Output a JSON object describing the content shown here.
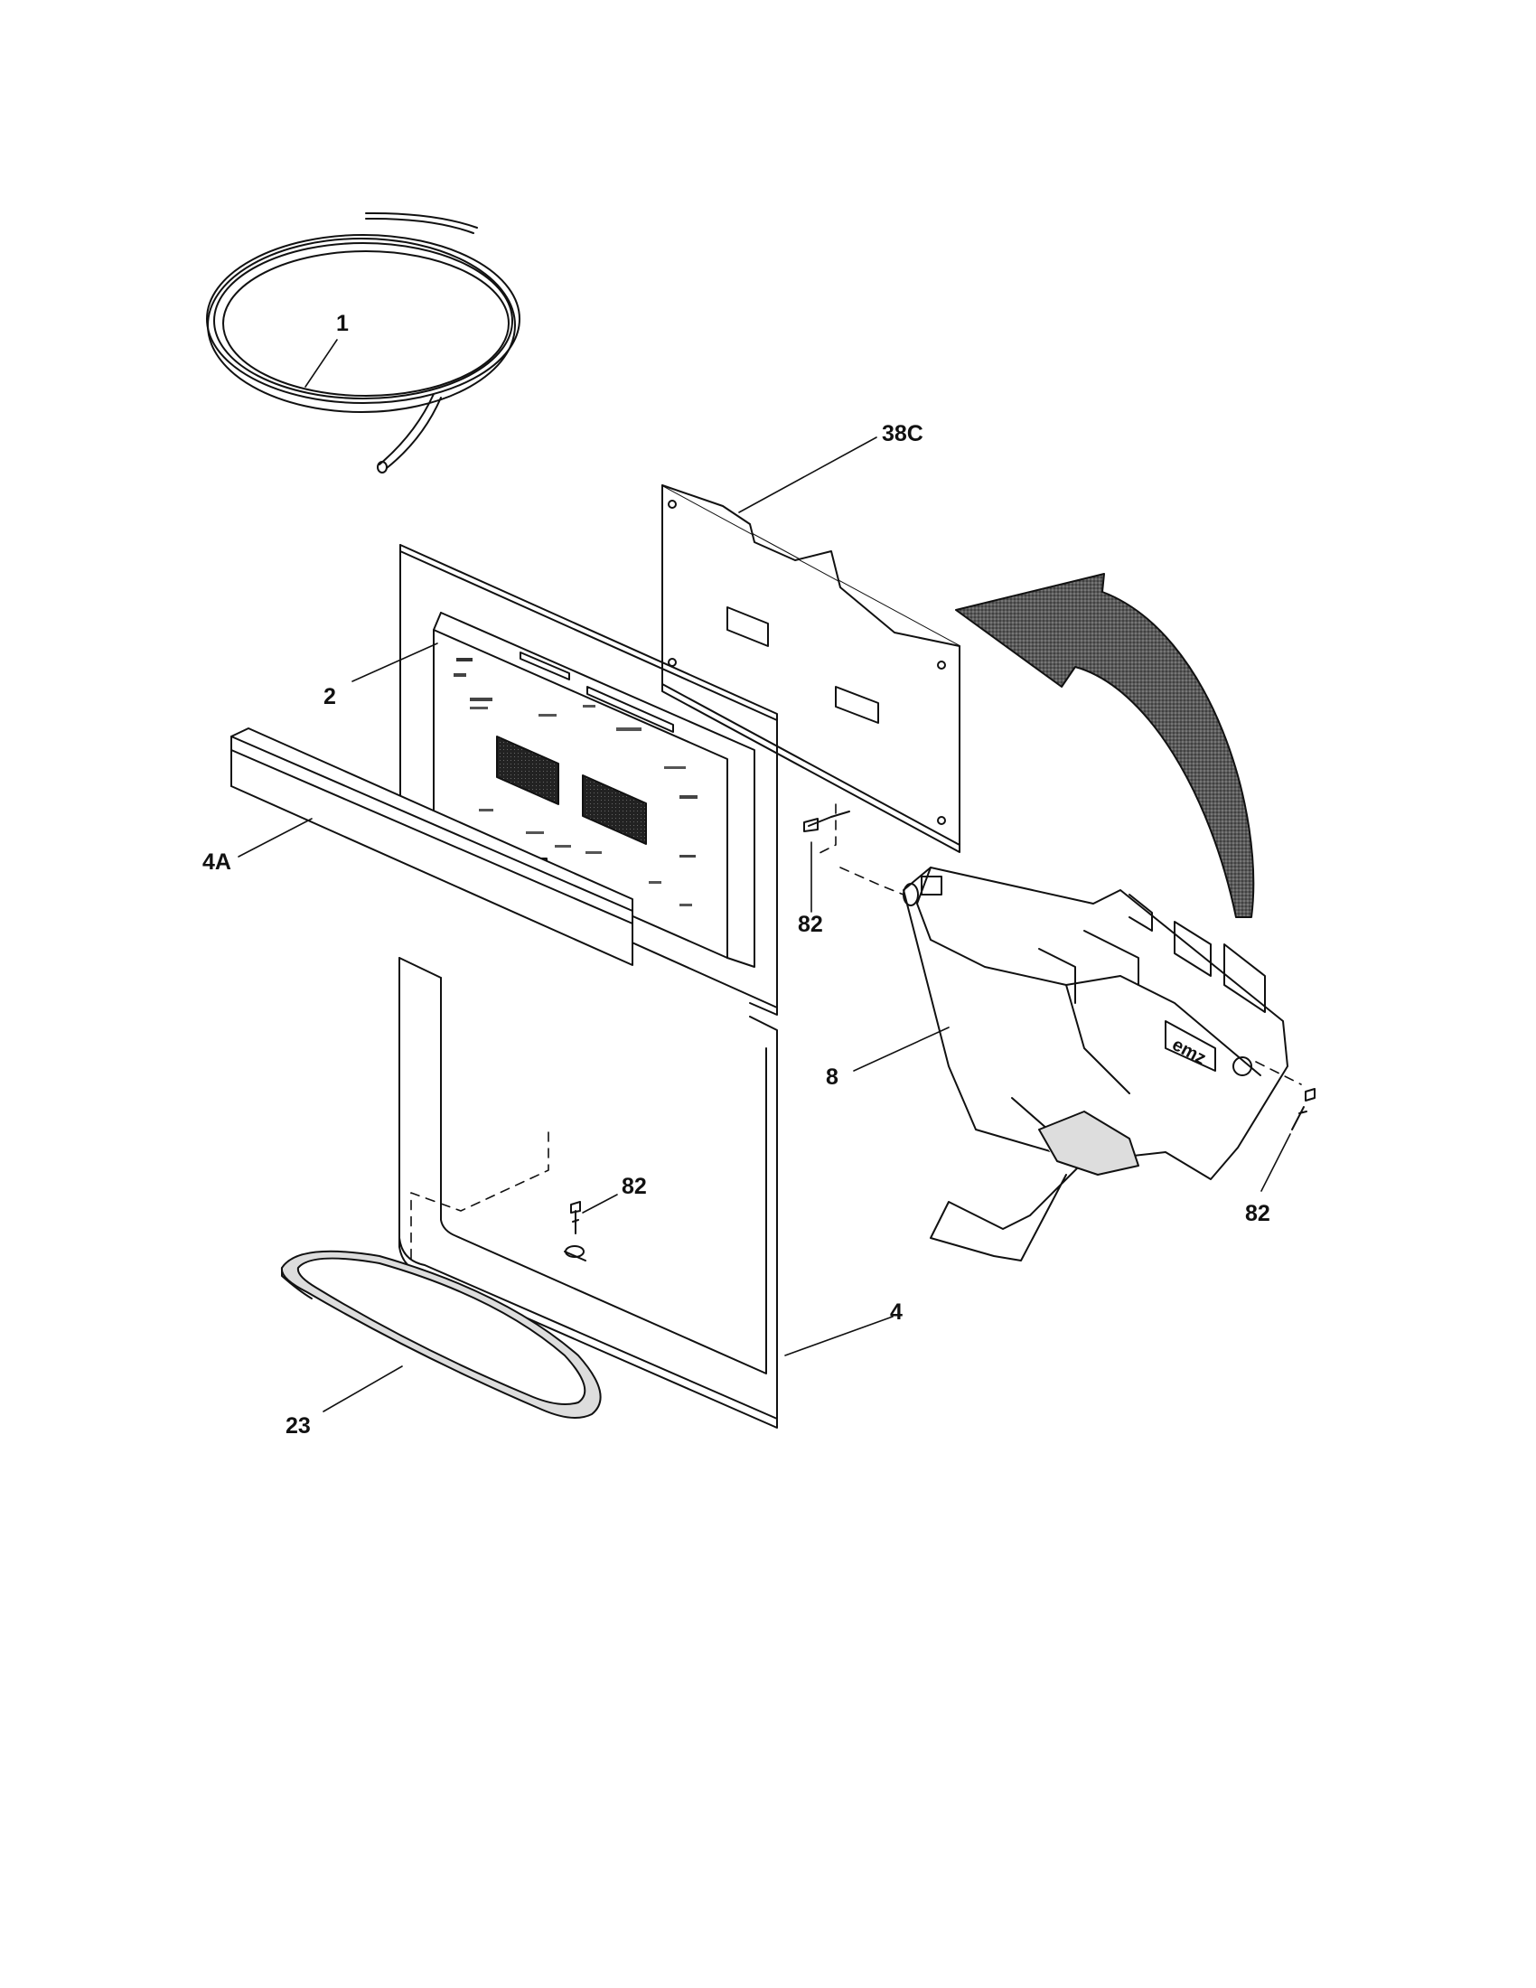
{
  "diagram": {
    "type": "exploded-parts-diagram",
    "parts": [
      {
        "id": "tubing",
        "callout": "1"
      },
      {
        "id": "control-board",
        "callout": "38C"
      },
      {
        "id": "control-overlay",
        "callout": "2"
      },
      {
        "id": "trim-strip",
        "callout": "4A"
      },
      {
        "id": "screw-upper",
        "callout": "82"
      },
      {
        "id": "dispenser-actuator",
        "callout": "8"
      },
      {
        "id": "screw-lower-mid",
        "callout": "82"
      },
      {
        "id": "screw-right",
        "callout": "82"
      },
      {
        "id": "dispenser-frame",
        "callout": "4"
      },
      {
        "id": "drip-tray",
        "callout": "23"
      }
    ],
    "decal_text": "emz"
  },
  "colors": {
    "line": "#111111",
    "display": "#333333",
    "arrow_fill": "#3a3a3a",
    "background": "#ffffff"
  }
}
